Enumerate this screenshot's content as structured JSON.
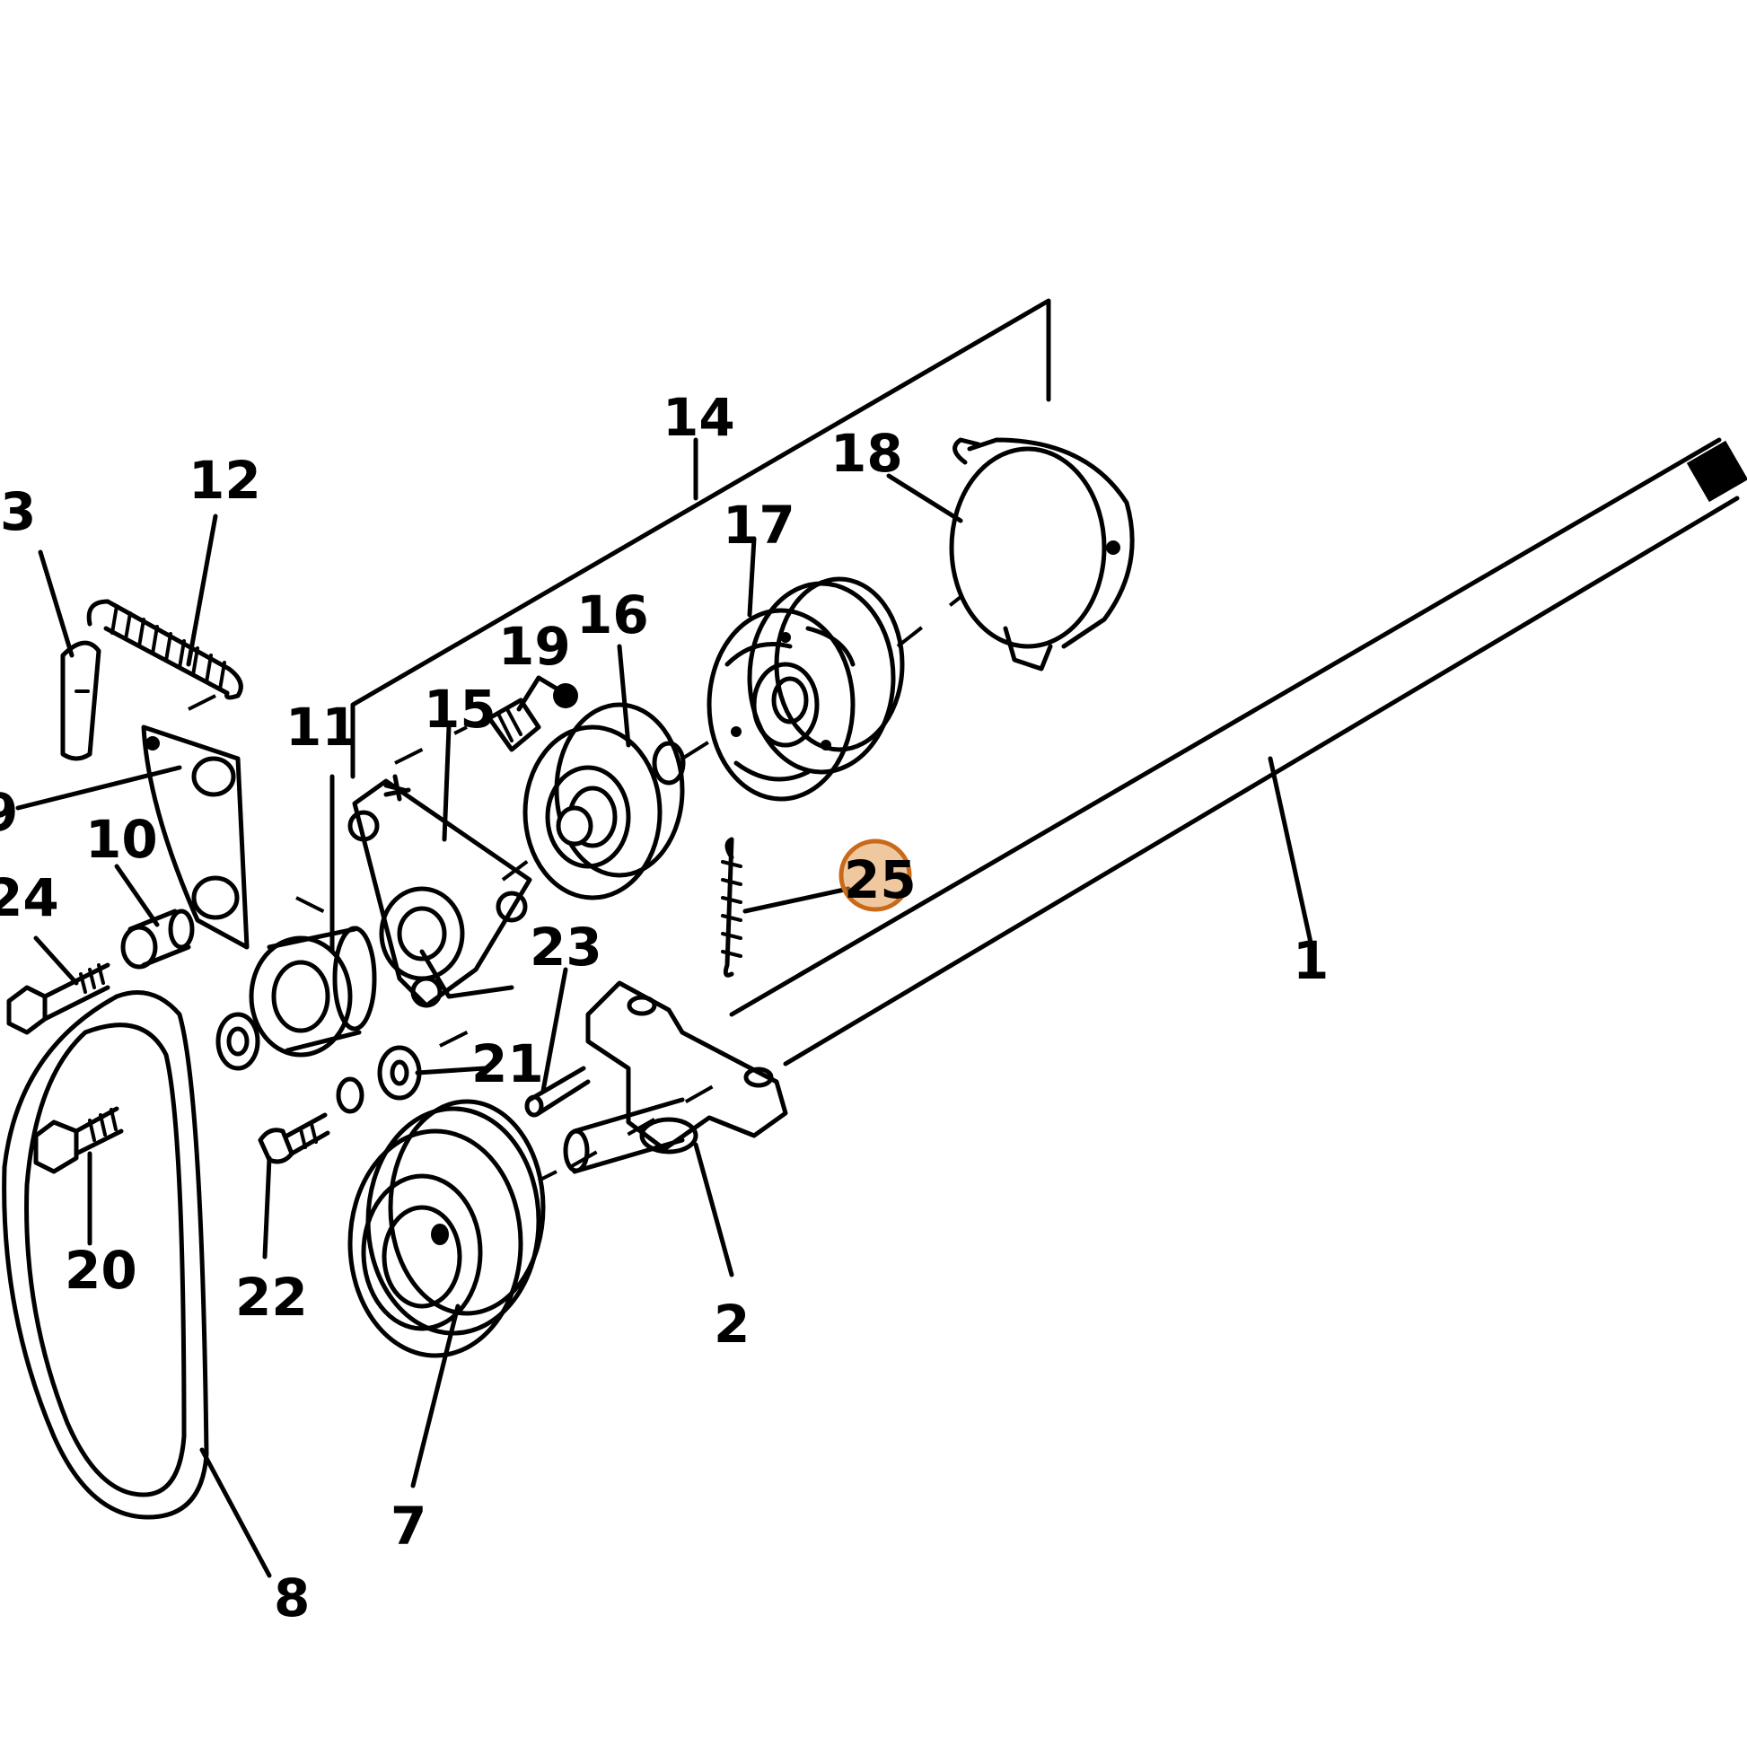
{
  "diagram": {
    "callouts": [
      {
        "id": "c1",
        "label": "1"
      },
      {
        "id": "c2",
        "label": "2"
      },
      {
        "id": "c3",
        "label": "3"
      },
      {
        "id": "c7",
        "label": "7"
      },
      {
        "id": "c8",
        "label": "8"
      },
      {
        "id": "c9",
        "label": "9"
      },
      {
        "id": "c10",
        "label": "10"
      },
      {
        "id": "c11",
        "label": "11"
      },
      {
        "id": "c12",
        "label": "12"
      },
      {
        "id": "c14",
        "label": "14"
      },
      {
        "id": "c15",
        "label": "15"
      },
      {
        "id": "c16",
        "label": "16"
      },
      {
        "id": "c17",
        "label": "17"
      },
      {
        "id": "c18",
        "label": "18"
      },
      {
        "id": "c19",
        "label": "19"
      },
      {
        "id": "c20",
        "label": "20"
      },
      {
        "id": "c21",
        "label": "21"
      },
      {
        "id": "c22",
        "label": "22"
      },
      {
        "id": "c23",
        "label": "23"
      },
      {
        "id": "c24",
        "label": "24"
      },
      {
        "id": "c25",
        "label": "25"
      }
    ],
    "highlighted_callout": "25",
    "highlight_color": "#e49a52"
  }
}
